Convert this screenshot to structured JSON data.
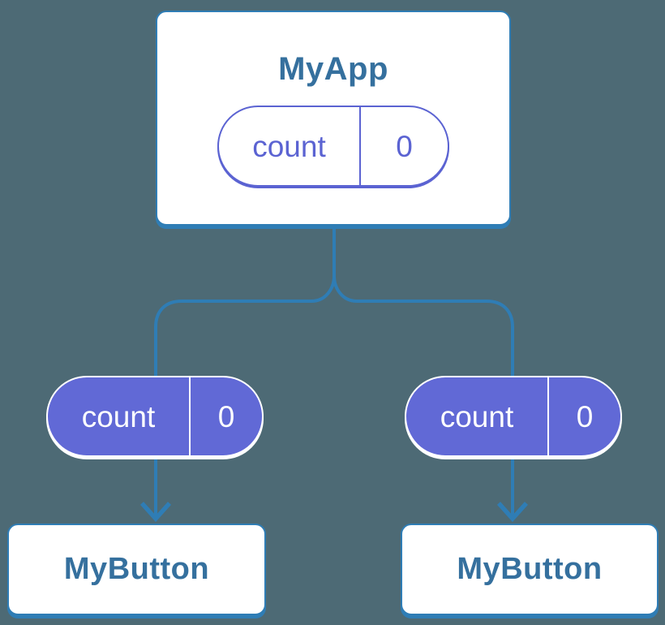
{
  "diagram": {
    "description": "React component tree showing shared state",
    "colors": {
      "background": "#4d6a75",
      "connector_blue": "#2f7db5",
      "title_text_blue": "#35709e",
      "pill_purple_fill": "#6169d6",
      "pill_purple_stroke": "#5b63d2",
      "card_fill": "#ffffff"
    },
    "root": {
      "title": "MyApp",
      "state": {
        "name": "count",
        "value": "0"
      }
    },
    "children": [
      {
        "title": "MyButton",
        "state": {
          "name": "count",
          "value": "0"
        }
      },
      {
        "title": "MyButton",
        "state": {
          "name": "count",
          "value": "0"
        }
      }
    ]
  }
}
